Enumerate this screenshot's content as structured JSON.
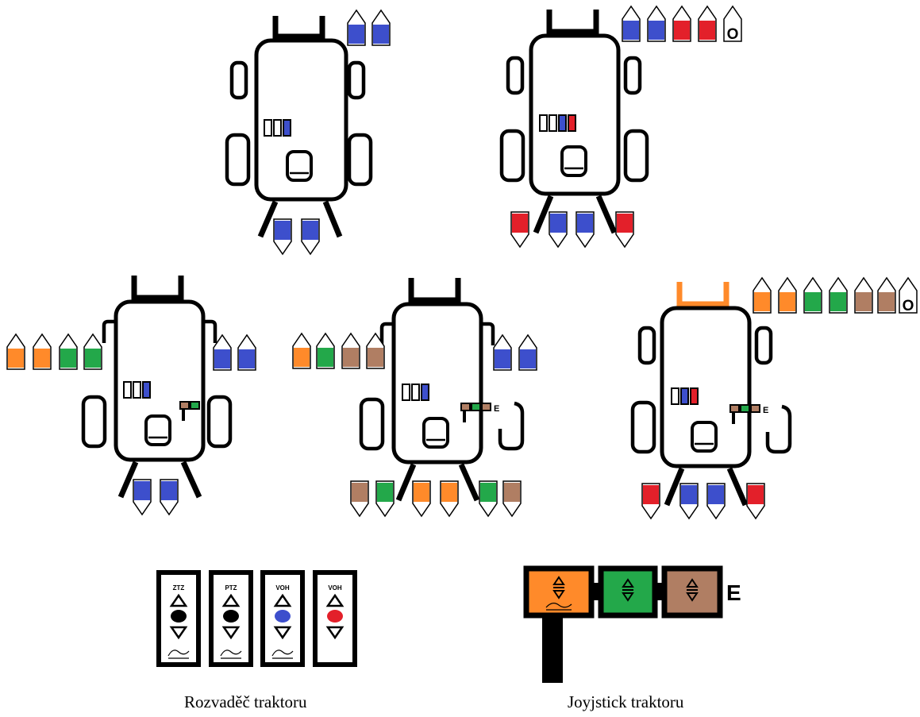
{
  "colors": {
    "blue": "#3d4fcc",
    "red": "#e3202a",
    "orange": "#ff8a2a",
    "green": "#23a84a",
    "brown": "#b07e63",
    "black": "#000000",
    "white": "#ffffff"
  },
  "tractors": [
    {
      "id": "t1",
      "hitch_color": "black",
      "front_couplers": [
        "blue",
        "blue"
      ],
      "rear_couplers": [
        "blue",
        "blue"
      ],
      "panel": [
        "empty",
        "empty",
        "blue"
      ],
      "joystick": []
    },
    {
      "id": "t2",
      "hitch_color": "black",
      "front_couplers": [
        "blue",
        "blue",
        "red",
        "red",
        "O"
      ],
      "rear_couplers": [
        "red",
        "blue",
        "blue",
        "red"
      ],
      "panel": [
        "empty",
        "empty",
        "blue",
        "red"
      ],
      "joystick": []
    },
    {
      "id": "t3",
      "hitch_color": "black",
      "left_couplers": [
        "orange",
        "orange",
        "green",
        "green"
      ],
      "right_couplers": [
        "blue",
        "blue"
      ],
      "rear_couplers": [
        "blue",
        "blue"
      ],
      "panel": [
        "empty",
        "empty",
        "blue"
      ],
      "joystick": [
        "brown",
        "green"
      ]
    },
    {
      "id": "t4",
      "hitch_color": "black",
      "left_couplers": [
        "orange",
        "green",
        "brown",
        "brown"
      ],
      "right_couplers": [
        "blue",
        "blue"
      ],
      "rear_couplers": [
        "brown",
        "green",
        "orange",
        "orange",
        "green",
        "brown"
      ],
      "panel": [
        "empty",
        "empty",
        "blue"
      ],
      "joystick": [
        "brown",
        "green",
        "brown"
      ],
      "joystick_label": "E"
    },
    {
      "id": "t5",
      "hitch_color": "orange",
      "front_couplers": [
        "orange",
        "orange",
        "green",
        "green",
        "brown",
        "brown",
        "O"
      ],
      "rear_couplers": [
        "red",
        "blue",
        "blue",
        "red"
      ],
      "panel": [
        "empty",
        "blue",
        "red"
      ],
      "joystick": [
        "brown",
        "green",
        "brown"
      ],
      "joystick_label": "E"
    }
  ],
  "distributor": {
    "levers": [
      {
        "label": "ZTZ",
        "color": "black"
      },
      {
        "label": "PTZ",
        "color": "black"
      },
      {
        "label": "VOH",
        "color": "blue"
      },
      {
        "label": "VOH",
        "color": "red"
      }
    ],
    "caption": "Rozvaděč traktoru"
  },
  "joystick_detail": {
    "buttons": [
      "orange",
      "green",
      "brown"
    ],
    "label": "E",
    "caption": "Joyjstick traktoru"
  },
  "icons": [
    "up-arrow-icon",
    "down-arrow-icon",
    "float-wave-icon"
  ]
}
